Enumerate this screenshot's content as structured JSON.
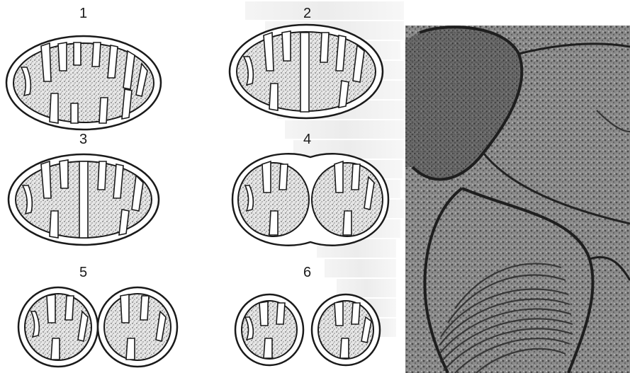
{
  "stages": [
    {
      "number": "1"
    },
    {
      "number": "2"
    },
    {
      "number": "3"
    },
    {
      "number": "4"
    },
    {
      "number": "5"
    },
    {
      "number": "6"
    }
  ],
  "colors": {
    "outline": "#1a1a1a",
    "matrix_fill": "#d9d9d9",
    "micrograph_dark": "#2e2e2e",
    "micrograph_mid": "#8a8a8a"
  }
}
